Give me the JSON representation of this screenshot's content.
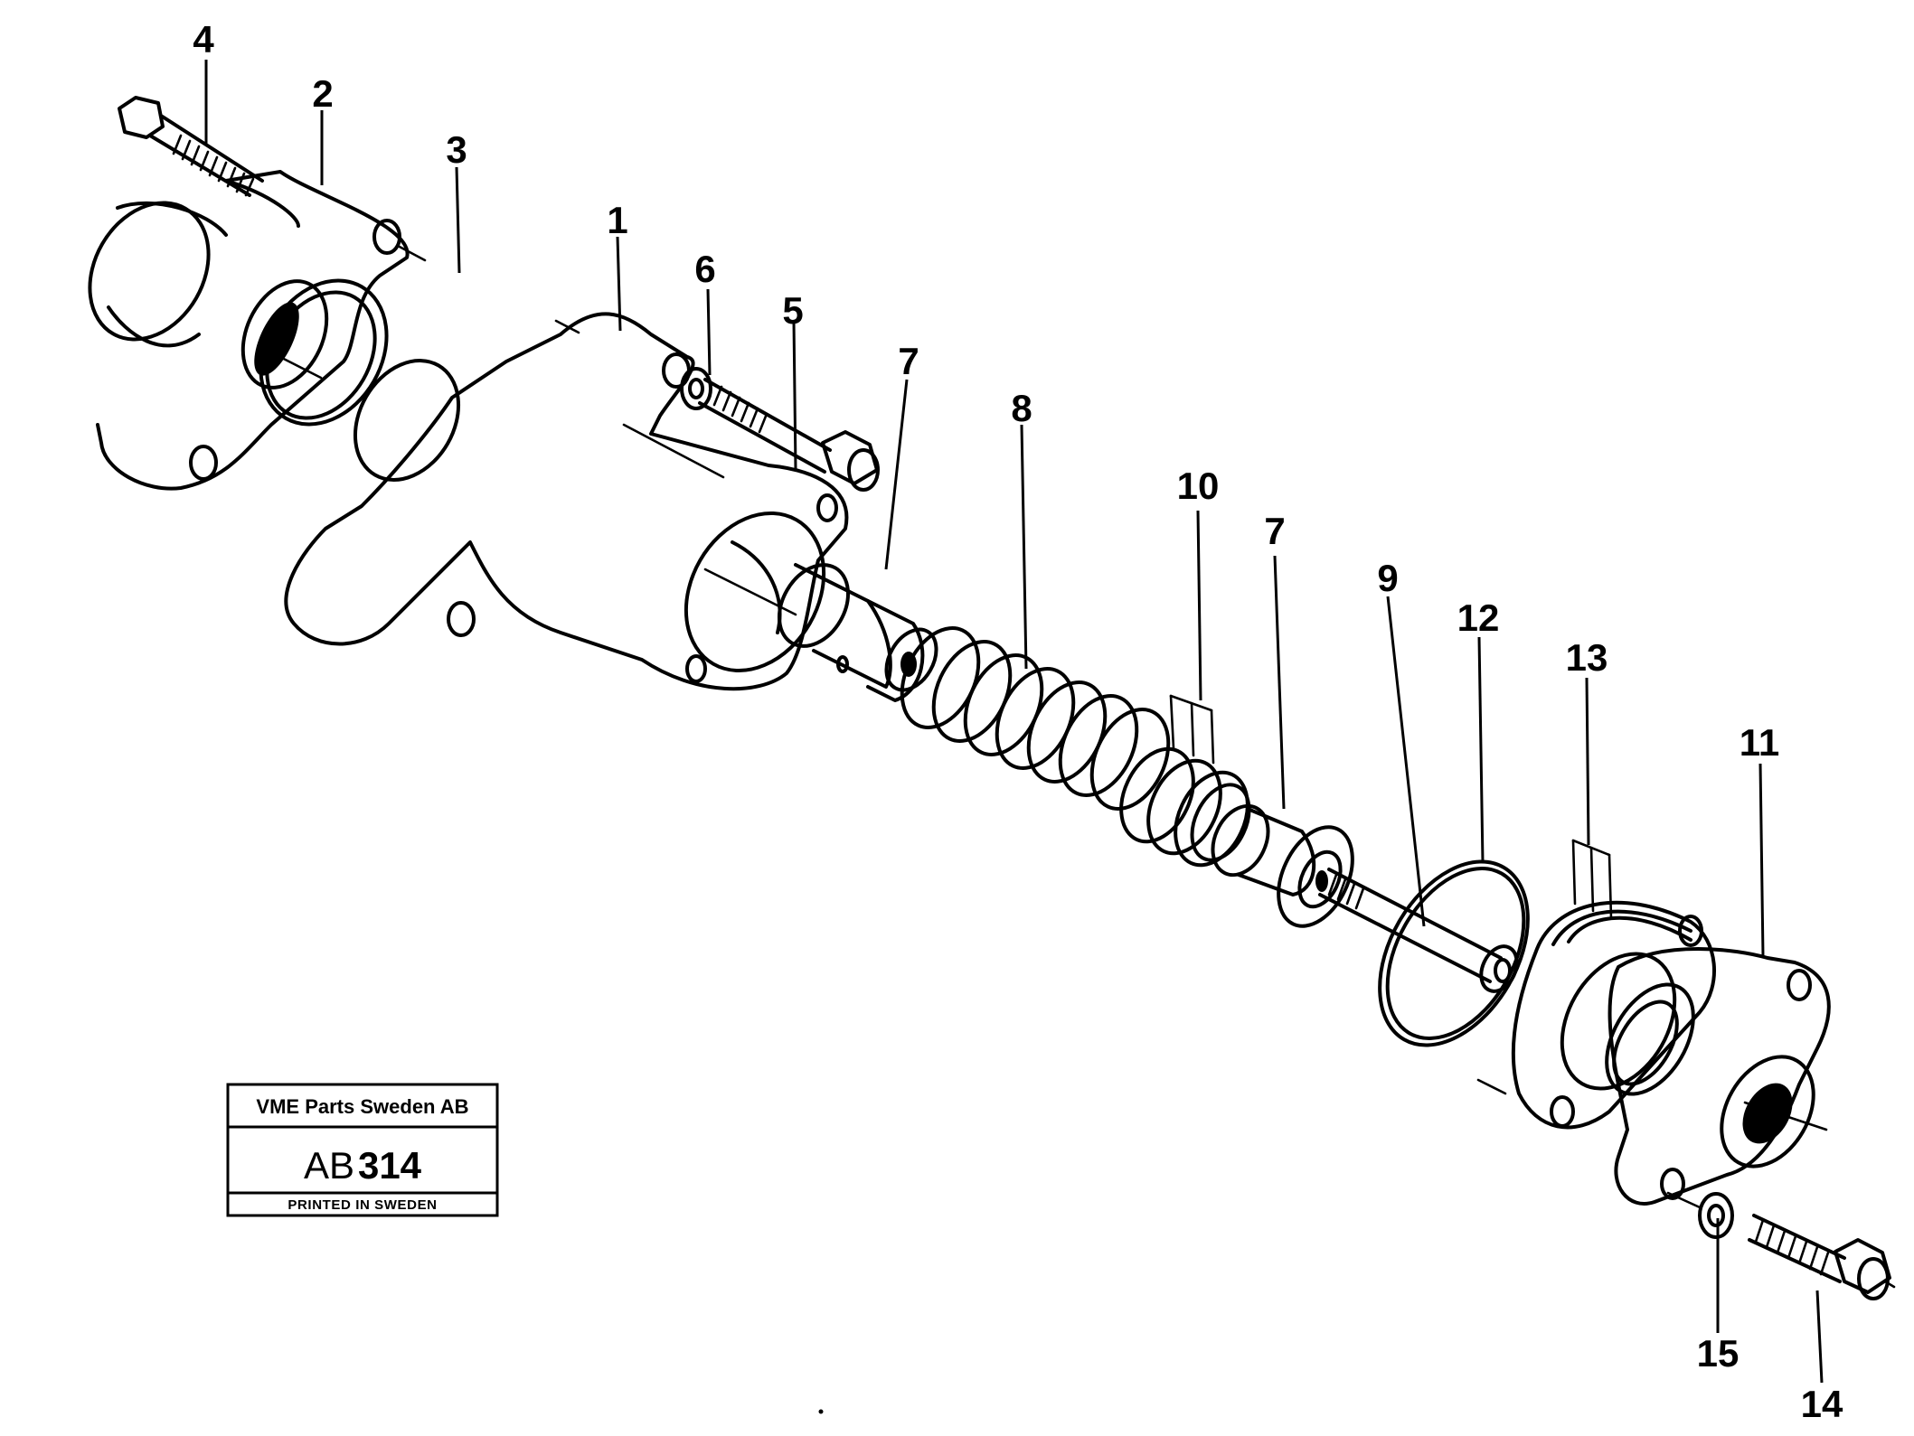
{
  "callouts": {
    "c1": "1",
    "c2": "2",
    "c3": "3",
    "c4": "4",
    "c5": "5",
    "c6": "6",
    "c7a": "7",
    "c7b": "7",
    "c8": "8",
    "c9": "9",
    "c10": "10",
    "c11": "11",
    "c12": "12",
    "c13": "13",
    "c14": "14",
    "c15": "15"
  },
  "title_block": {
    "company": "VME Parts Sweden AB",
    "code_prefix": "AB",
    "code_number": "314",
    "footer": "PRINTED IN SWEDEN"
  },
  "colors": {
    "line": "#000000",
    "background": "#ffffff"
  }
}
